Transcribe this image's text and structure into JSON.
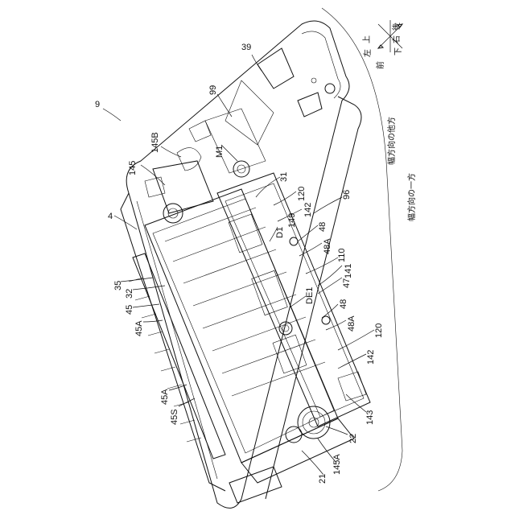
{
  "figure_labels": [
    {
      "id": "9",
      "text": "9"
    },
    {
      "id": "39",
      "text": "39"
    },
    {
      "id": "99",
      "text": "99"
    },
    {
      "id": "M1",
      "text": "M1"
    },
    {
      "id": "145B",
      "text": "145B"
    },
    {
      "id": "145",
      "text": "145"
    },
    {
      "id": "4",
      "text": "4"
    },
    {
      "id": "31",
      "text": "31"
    },
    {
      "id": "120a",
      "text": "120"
    },
    {
      "id": "142a",
      "text": "142"
    },
    {
      "id": "D1",
      "text": "D1"
    },
    {
      "id": "149",
      "text": "149"
    },
    {
      "id": "48a",
      "text": "48"
    },
    {
      "id": "48Aa",
      "text": "48A"
    },
    {
      "id": "110",
      "text": "110"
    },
    {
      "id": "141",
      "text": "141"
    },
    {
      "id": "47",
      "text": "47"
    },
    {
      "id": "DE1",
      "text": "DE1"
    },
    {
      "id": "48b",
      "text": "48"
    },
    {
      "id": "48Ab",
      "text": "48A"
    },
    {
      "id": "120b",
      "text": "120"
    },
    {
      "id": "142b",
      "text": "142"
    },
    {
      "id": "143",
      "text": "143"
    },
    {
      "id": "22",
      "text": "22"
    },
    {
      "id": "145A",
      "text": "145A"
    },
    {
      "id": "21",
      "text": "21"
    },
    {
      "id": "35",
      "text": "35"
    },
    {
      "id": "32",
      "text": "32"
    },
    {
      "id": "45a",
      "text": "45"
    },
    {
      "id": "45Aa",
      "text": "45A"
    },
    {
      "id": "45Ab",
      "text": "45A"
    },
    {
      "id": "45S",
      "text": "45S"
    },
    {
      "id": "96",
      "text": "96"
    }
  ],
  "direction_compass": {
    "up": "上",
    "down": "下",
    "left": "左",
    "right": "右",
    "front": "前",
    "rear": "後"
  },
  "width_direction_labels": {
    "other_side": "幅方向の他方",
    "one_side": "幅方向の一方"
  }
}
